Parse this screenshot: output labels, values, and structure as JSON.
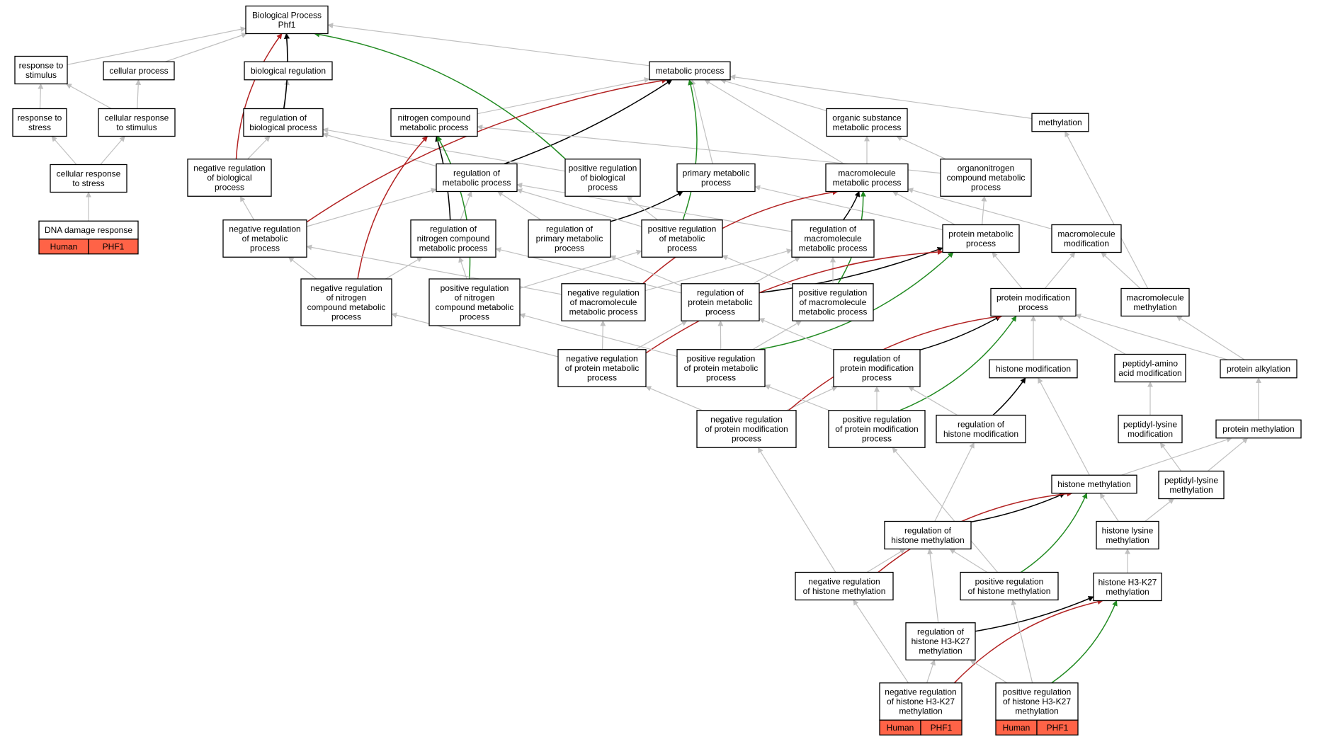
{
  "colors": {
    "gray": "#c0c0c0",
    "black": "#000000",
    "red": "#b22222",
    "green": "#228b22",
    "annotation_fill": "#ff6347"
  },
  "nodes": {
    "bp": [
      "Biological Process",
      "Phf1"
    ],
    "rts": [
      "response to",
      "stimulus"
    ],
    "cp": [
      "cellular process"
    ],
    "br": [
      "biological regulation"
    ],
    "mp": [
      "metabolic process"
    ],
    "rtstress": [
      "response to",
      "stress"
    ],
    "crts": [
      "cellular response",
      "to stimulus"
    ],
    "rbp": [
      "regulation of",
      "biological process"
    ],
    "ncmp": [
      "nitrogen compound",
      "metabolic process"
    ],
    "osmp": [
      "organic substance",
      "metabolic process"
    ],
    "meth": [
      "methylation"
    ],
    "crstress": [
      "cellular response",
      "to stress"
    ],
    "nrbp": [
      "negative regulation",
      "of biological",
      "process"
    ],
    "rmp": [
      "regulation of",
      "metabolic process"
    ],
    "prbp": [
      "positive regulation",
      "of biological",
      "process"
    ],
    "pmp": [
      "primary metabolic",
      "process"
    ],
    "mmp": [
      "macromolecule",
      "metabolic process"
    ],
    "oncmp": [
      "organonitrogen",
      "compound metabolic",
      "process"
    ],
    "ddr": [
      "DNA damage response"
    ],
    "nrmp": [
      "negative regulation",
      "of metabolic",
      "process"
    ],
    "rncmp": [
      "regulation of",
      "nitrogen compound",
      "metabolic process"
    ],
    "rpmp": [
      "regulation of",
      "primary metabolic",
      "process"
    ],
    "prmp": [
      "positive regulation",
      "of metabolic",
      "process"
    ],
    "rmmp": [
      "regulation of",
      "macromolecule",
      "metabolic process"
    ],
    "protmp": [
      "protein metabolic",
      "process"
    ],
    "mm": [
      "macromolecule",
      "modification"
    ],
    "nrncmp": [
      "negative regulation",
      "of nitrogen",
      "compound metabolic",
      "process"
    ],
    "prncmp": [
      "positive regulation",
      "of nitrogen",
      "compound metabolic",
      "process"
    ],
    "nrmmp": [
      "negative regulation",
      "of macromolecule",
      "metabolic process"
    ],
    "rprotmp": [
      "regulation of",
      "protein metabolic",
      "process"
    ],
    "prmmp": [
      "positive regulation",
      "of macromolecule",
      "metabolic process"
    ],
    "pmodp": [
      "protein modification",
      "process"
    ],
    "mmeth": [
      "macromolecule",
      "methylation"
    ],
    "nrprotmp": [
      "negative regulation",
      "of protein metabolic",
      "process"
    ],
    "prprotmp": [
      "positive regulation",
      "of protein metabolic",
      "process"
    ],
    "rpmodp": [
      "regulation of",
      "protein modification",
      "process"
    ],
    "hmod": [
      "histone modification"
    ],
    "paam": [
      "peptidyl-amino",
      "acid modification"
    ],
    "palk": [
      "protein alkylation"
    ],
    "nrpmodp": [
      "negative regulation",
      "of protein modification",
      "process"
    ],
    "prpmodp": [
      "positive regulation",
      "of protein modification",
      "process"
    ],
    "rhmod": [
      "regulation of",
      "histone modification"
    ],
    "plm": [
      "peptidyl-lysine",
      "modification"
    ],
    "pmeth": [
      "protein methylation"
    ],
    "hmeth": [
      "histone methylation"
    ],
    "plmeth": [
      "peptidyl-lysine",
      "methylation"
    ],
    "rhmeth": [
      "regulation of",
      "histone methylation"
    ],
    "hlm": [
      "histone lysine",
      "methylation"
    ],
    "nrhmeth": [
      "negative regulation",
      "of histone methylation"
    ],
    "prhmeth": [
      "positive regulation",
      "of histone methylation"
    ],
    "hk27": [
      "histone H3-K27",
      "methylation"
    ],
    "rhk27": [
      "regulation of",
      "histone H3-K27",
      "methylation"
    ],
    "nrhk27": [
      "negative regulation",
      "of histone H3-K27",
      "methylation"
    ],
    "prhk27": [
      "positive regulation",
      "of histone H3-K27",
      "methylation"
    ]
  },
  "annotations": {
    "ddr": [
      "Human",
      "PHF1"
    ],
    "nrhk27": [
      "Human",
      "PHF1"
    ],
    "prhk27": [
      "Human",
      "PHF1"
    ]
  },
  "edges": [
    [
      "rts",
      "bp",
      "gray"
    ],
    [
      "cp",
      "bp",
      "gray"
    ],
    [
      "br",
      "bp",
      "gray"
    ],
    [
      "mp",
      "bp",
      "gray"
    ],
    [
      "rtstress",
      "rts",
      "gray"
    ],
    [
      "crts",
      "rts",
      "gray"
    ],
    [
      "crts",
      "cp",
      "gray"
    ],
    [
      "rbp",
      "br",
      "gray"
    ],
    [
      "rbp",
      "bp",
      "black"
    ],
    [
      "ncmp",
      "mp",
      "gray"
    ],
    [
      "osmp",
      "mp",
      "gray"
    ],
    [
      "meth",
      "mp",
      "gray"
    ],
    [
      "crstress",
      "rtstress",
      "gray"
    ],
    [
      "crstress",
      "crts",
      "gray"
    ],
    [
      "nrbp",
      "rbp",
      "gray"
    ],
    [
      "nrbp",
      "bp",
      "red"
    ],
    [
      "rmp",
      "rbp",
      "gray"
    ],
    [
      "rmp",
      "mp",
      "black"
    ],
    [
      "prbp",
      "rbp",
      "gray"
    ],
    [
      "prbp",
      "bp",
      "green"
    ],
    [
      "pmp",
      "mp",
      "gray"
    ],
    [
      "mmp",
      "osmp",
      "gray"
    ],
    [
      "mmp",
      "mp",
      "gray"
    ],
    [
      "oncmp",
      "osmp",
      "gray"
    ],
    [
      "oncmp",
      "ncmp",
      "gray"
    ],
    [
      "ddr",
      "crstress",
      "gray"
    ],
    [
      "nrmp",
      "rmp",
      "gray"
    ],
    [
      "nrmp",
      "nrbp",
      "gray"
    ],
    [
      "nrmp",
      "mp",
      "red"
    ],
    [
      "rncmp",
      "rmp",
      "gray"
    ],
    [
      "rncmp",
      "ncmp",
      "black"
    ],
    [
      "rpmp",
      "rmp",
      "gray"
    ],
    [
      "rpmp",
      "pmp",
      "black"
    ],
    [
      "prmp",
      "rmp",
      "gray"
    ],
    [
      "prmp",
      "prbp",
      "gray"
    ],
    [
      "prmp",
      "mp",
      "green"
    ],
    [
      "rmmp",
      "rmp",
      "gray"
    ],
    [
      "rmmp",
      "mmp",
      "black"
    ],
    [
      "protmp",
      "mmp",
      "gray"
    ],
    [
      "protmp",
      "oncmp",
      "gray"
    ],
    [
      "protmp",
      "pmp",
      "gray"
    ],
    [
      "mm",
      "mmp",
      "gray"
    ],
    [
      "nrncmp",
      "nrmp",
      "gray"
    ],
    [
      "nrncmp",
      "rncmp",
      "gray"
    ],
    [
      "nrncmp",
      "ncmp",
      "red"
    ],
    [
      "prncmp",
      "prmp",
      "gray"
    ],
    [
      "prncmp",
      "rncmp",
      "gray"
    ],
    [
      "prncmp",
      "ncmp",
      "green"
    ],
    [
      "nrmmp",
      "nrmp",
      "gray"
    ],
    [
      "nrmmp",
      "rmmp",
      "gray"
    ],
    [
      "nrmmp",
      "mmp",
      "red"
    ],
    [
      "rprotmp",
      "rmmp",
      "gray"
    ],
    [
      "rprotmp",
      "rpmp",
      "gray"
    ],
    [
      "rprotmp",
      "rncmp",
      "gray"
    ],
    [
      "rprotmp",
      "protmp",
      "black"
    ],
    [
      "prmmp",
      "prmp",
      "gray"
    ],
    [
      "prmmp",
      "rmmp",
      "gray"
    ],
    [
      "prmmp",
      "mmp",
      "green"
    ],
    [
      "pmodp",
      "protmp",
      "gray"
    ],
    [
      "pmodp",
      "mm",
      "gray"
    ],
    [
      "mmeth",
      "mm",
      "gray"
    ],
    [
      "mmeth",
      "meth",
      "gray"
    ],
    [
      "nrprotmp",
      "nrmmp",
      "gray"
    ],
    [
      "nrprotmp",
      "rprotmp",
      "gray"
    ],
    [
      "nrprotmp",
      "nrncmp",
      "gray"
    ],
    [
      "nrprotmp",
      "protmp",
      "red"
    ],
    [
      "prprotmp",
      "prmmp",
      "gray"
    ],
    [
      "prprotmp",
      "rprotmp",
      "gray"
    ],
    [
      "prprotmp",
      "prncmp",
      "gray"
    ],
    [
      "prprotmp",
      "protmp",
      "green"
    ],
    [
      "rpmodp",
      "rprotmp",
      "gray"
    ],
    [
      "rpmodp",
      "pmodp",
      "black"
    ],
    [
      "hmod",
      "pmodp",
      "gray"
    ],
    [
      "paam",
      "pmodp",
      "gray"
    ],
    [
      "palk",
      "pmodp",
      "gray"
    ],
    [
      "palk",
      "mmeth",
      "gray"
    ],
    [
      "nrpmodp",
      "nrprotmp",
      "gray"
    ],
    [
      "nrpmodp",
      "rpmodp",
      "gray"
    ],
    [
      "nrpmodp",
      "pmodp",
      "red"
    ],
    [
      "prpmodp",
      "prprotmp",
      "gray"
    ],
    [
      "prpmodp",
      "rpmodp",
      "gray"
    ],
    [
      "prpmodp",
      "pmodp",
      "green"
    ],
    [
      "rhmod",
      "rpmodp",
      "gray"
    ],
    [
      "rhmod",
      "hmod",
      "black"
    ],
    [
      "plm",
      "paam",
      "gray"
    ],
    [
      "pmeth",
      "palk",
      "gray"
    ],
    [
      "hmeth",
      "hmod",
      "gray"
    ],
    [
      "hmeth",
      "pmeth",
      "gray"
    ],
    [
      "plmeth",
      "plm",
      "gray"
    ],
    [
      "plmeth",
      "pmeth",
      "gray"
    ],
    [
      "rhmeth",
      "rhmod",
      "gray"
    ],
    [
      "rhmeth",
      "hmeth",
      "black"
    ],
    [
      "hlm",
      "hmeth",
      "gray"
    ],
    [
      "hlm",
      "plmeth",
      "gray"
    ],
    [
      "nrhmeth",
      "rhmeth",
      "gray"
    ],
    [
      "nrhmeth",
      "nrpmodp",
      "gray"
    ],
    [
      "nrhmeth",
      "hmeth",
      "red"
    ],
    [
      "prhmeth",
      "rhmeth",
      "gray"
    ],
    [
      "prhmeth",
      "prpmodp",
      "gray"
    ],
    [
      "prhmeth",
      "hmeth",
      "green"
    ],
    [
      "hk27",
      "hlm",
      "gray"
    ],
    [
      "rhk27",
      "rhmeth",
      "gray"
    ],
    [
      "rhk27",
      "hk27",
      "black"
    ],
    [
      "nrhk27",
      "rhk27",
      "gray"
    ],
    [
      "nrhk27",
      "nrhmeth",
      "gray"
    ],
    [
      "nrhk27",
      "hk27",
      "red"
    ],
    [
      "prhk27",
      "rhk27",
      "gray"
    ],
    [
      "prhk27",
      "prhmeth",
      "gray"
    ],
    [
      "prhk27",
      "hk27",
      "green"
    ]
  ]
}
